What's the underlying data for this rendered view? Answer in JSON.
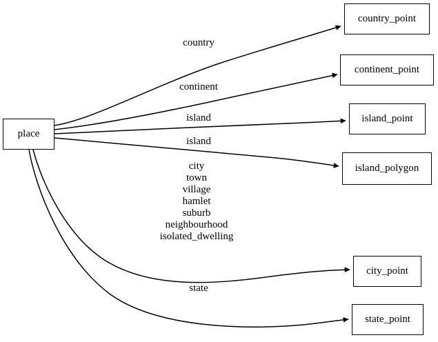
{
  "diagram": {
    "type": "directed-graph",
    "title": "place",
    "background_color": "#ffffff",
    "stroke_color": "#000000",
    "font_color": "#000000",
    "source_node": {
      "id": "place",
      "label": "place"
    },
    "target_nodes": [
      {
        "id": "country_point",
        "label": "country_point"
      },
      {
        "id": "continent_point",
        "label": "continent_point"
      },
      {
        "id": "island_point",
        "label": "island_point"
      },
      {
        "id": "island_polygon",
        "label": "island_polygon"
      },
      {
        "id": "city_point",
        "label": "city_point"
      },
      {
        "id": "state_point",
        "label": "state_point"
      }
    ],
    "edges": [
      {
        "from": "place",
        "to": "country_point",
        "label": "country"
      },
      {
        "from": "place",
        "to": "continent_point",
        "label": "continent"
      },
      {
        "from": "place",
        "to": "island_point",
        "label": "island"
      },
      {
        "from": "place",
        "to": "island_polygon",
        "label": "island"
      },
      {
        "from": "place",
        "to": "city_point",
        "label": "city\ntown\nvillage\nhamlet\nsuburb\nneighbourhood\nisolated_dwelling"
      },
      {
        "from": "place",
        "to": "state_point",
        "label": "state"
      }
    ],
    "edge_labels": {
      "country": "country",
      "continent": "continent",
      "island_1": "island",
      "island_2": "island",
      "city_multi": "city\ntown\nvillage\nhamlet\nsuburb\nneighbourhood\nisolated_dwelling",
      "state": "state"
    }
  }
}
